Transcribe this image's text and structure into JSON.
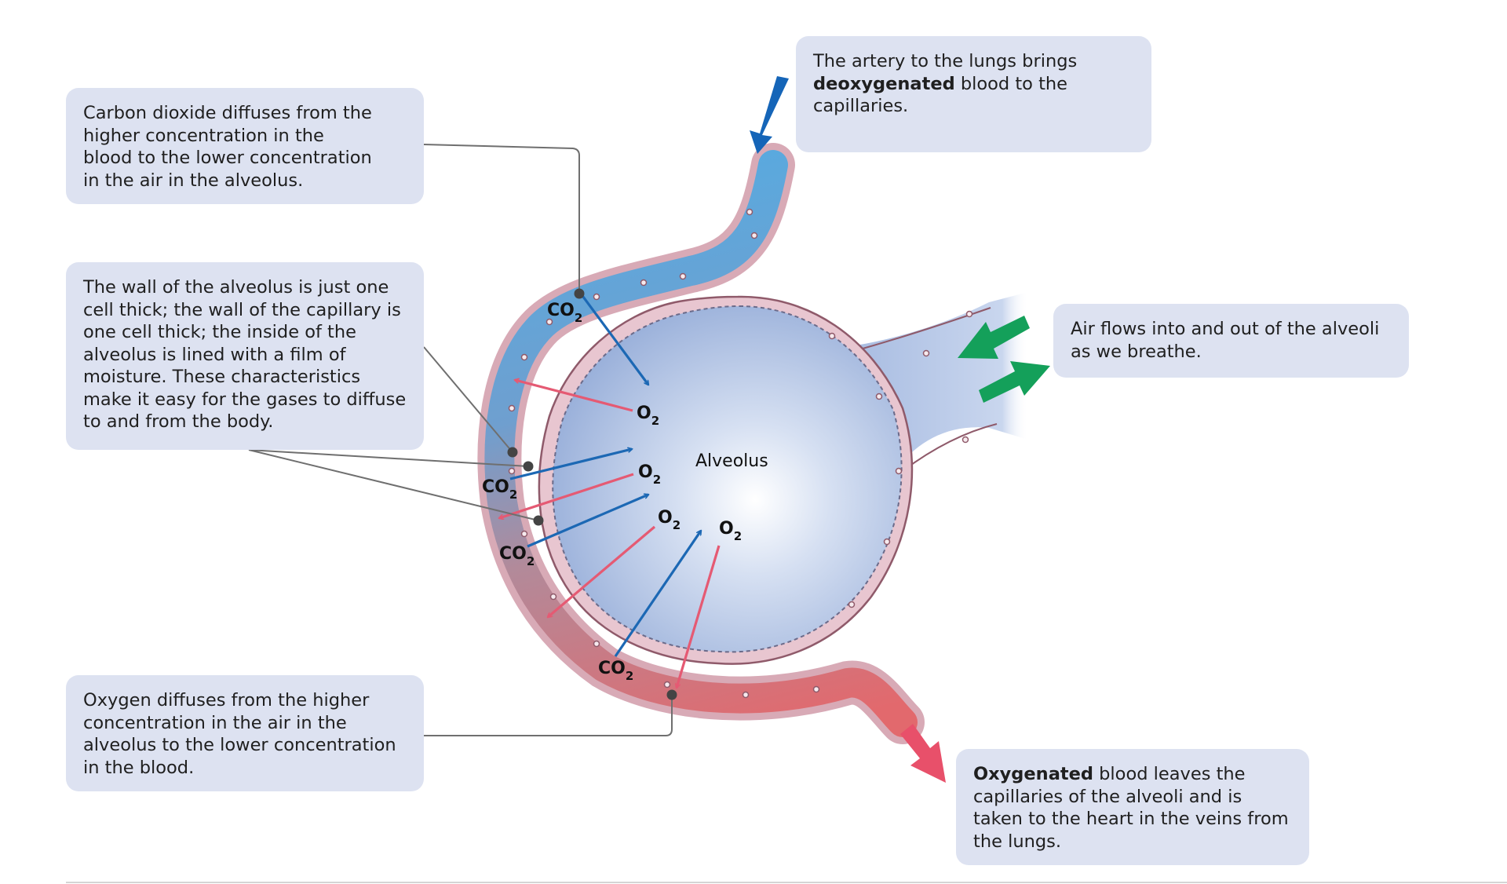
{
  "callouts": {
    "artery": {
      "pre": "The artery to the lungs brings ",
      "bold": "deoxygenated",
      "post": " blood to the capillaries."
    },
    "air": {
      "text": "Air flows into and out of the alveoli as we breathe."
    },
    "co2_diffusion": {
      "text": "Carbon dioxide diffuses from the higher concentration in the blood to the lower concentration in the air in the alveolus."
    },
    "wall": {
      "text": "The wall of the alveolus is just one cell thick; the wall of the capillary is one cell thick; the inside of the alveolus is lined with a film of moisture. These characteristics make it easy for the gases to diffuse to and from the body."
    },
    "o2_diffusion": {
      "text": "Oxygen diffuses from the higher concentration in the air in the alveolus to the lower concentration in the blood."
    },
    "vein": {
      "bold": "Oxygenated",
      "post": " blood leaves the capillaries of the alveoli and is taken to the heart in the veins from the lungs."
    }
  },
  "labels": {
    "alveolus": "Alveolus",
    "co2_main": "CO",
    "o2_main": "O",
    "subscript": "2"
  },
  "colors": {
    "callout_bg": "#dde2f1",
    "co2_arrow": "#1c68b4",
    "o2_arrow": "#e55a73",
    "air_arrow": "#14a05a",
    "artery_arrow": "#1565b8",
    "vein_arrow": "#e8506a"
  }
}
